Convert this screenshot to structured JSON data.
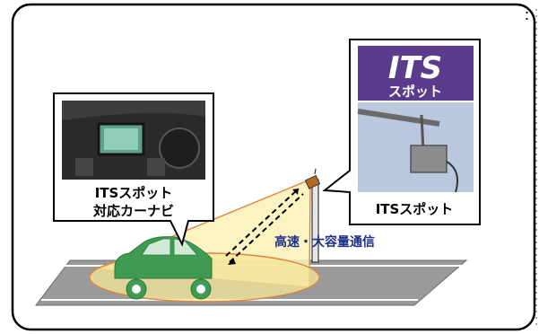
{
  "frame": {
    "page_marker": "："
  },
  "car_callout": {
    "line1": "ITSスポット",
    "line2": "対応カーナビ",
    "photo_icon": "car-navigation-screen-photo"
  },
  "spot_callout": {
    "logo_line1": "ITS",
    "logo_line2": "スポット",
    "caption": "ITSスポット",
    "photo_icon": "roadside-antenna-photo"
  },
  "comm_label": "高速・大容量通信",
  "colors": {
    "beam_fill": "#fbf1b8",
    "beam_edge": "#e0843a",
    "car": "#3f9a52",
    "road": "#9a9a9a",
    "logo_bg": "#5a3b8c",
    "label_text": "#1f2f8a"
  }
}
